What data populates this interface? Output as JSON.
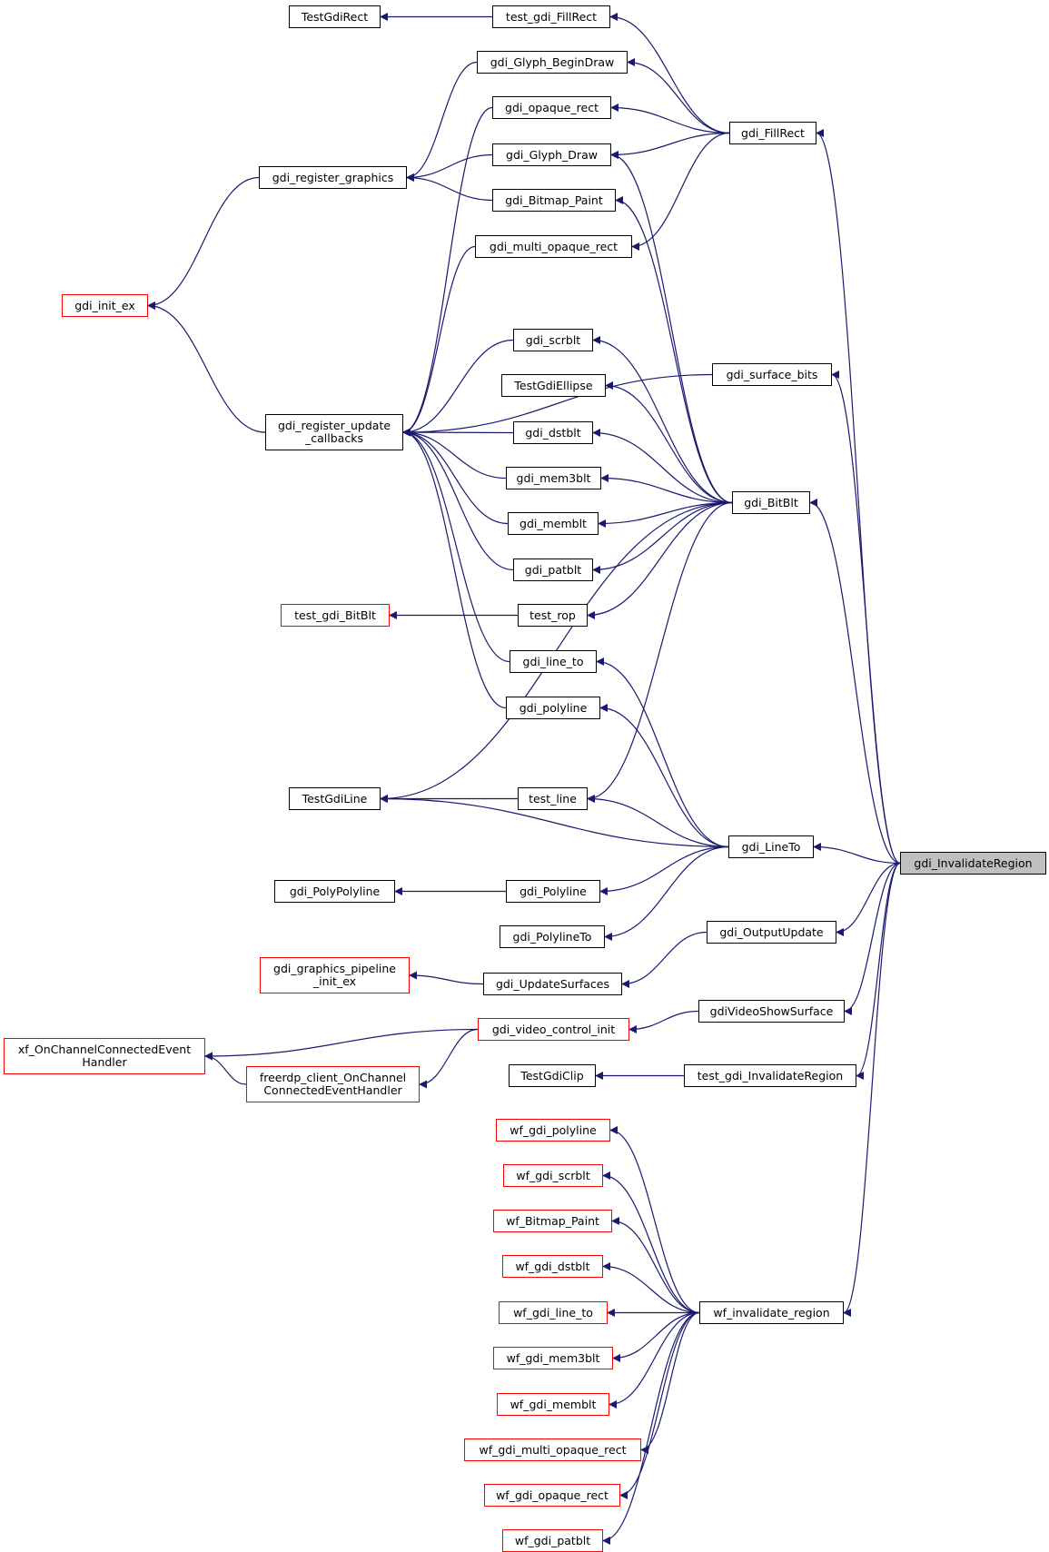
{
  "colors": {
    "edge": "#191970",
    "node_border": "#000000",
    "truncated_border": "#ff0000",
    "root_fill": "#bfbfbf"
  },
  "nodes": {
    "TestGdiRect": {
      "label": "TestGdiRect",
      "kind": "normal"
    },
    "test_gdi_FillRect": {
      "label": "test_gdi_FillRect",
      "kind": "normal"
    },
    "gdi_Glyph_BeginDraw": {
      "label": "gdi_Glyph_BeginDraw",
      "kind": "normal"
    },
    "gdi_opaque_rect": {
      "label": "gdi_opaque_rect",
      "kind": "normal"
    },
    "gdi_FillRect": {
      "label": "gdi_FillRect",
      "kind": "normal"
    },
    "gdi_register_graphics": {
      "label": "gdi_register_graphics",
      "kind": "normal"
    },
    "gdi_Glyph_Draw": {
      "label": "gdi_Glyph_Draw",
      "kind": "normal"
    },
    "gdi_Bitmap_Paint": {
      "label": "gdi_Bitmap_Paint",
      "kind": "normal"
    },
    "gdi_multi_opaque_rect": {
      "label": "gdi_multi_opaque_rect",
      "kind": "normal"
    },
    "gdi_init_ex": {
      "label": "gdi_init_ex",
      "kind": "truncated"
    },
    "gdi_scrblt": {
      "label": "gdi_scrblt",
      "kind": "normal"
    },
    "gdi_surface_bits": {
      "label": "gdi_surface_bits",
      "kind": "normal"
    },
    "TestGdiEllipse": {
      "label": "TestGdiEllipse",
      "kind": "normal"
    },
    "gdi_register_update_callbacks": {
      "label": "gdi_register_update\n_callbacks",
      "kind": "normal"
    },
    "gdi_dstblt": {
      "label": "gdi_dstblt",
      "kind": "normal"
    },
    "gdi_mem3blt": {
      "label": "gdi_mem3blt",
      "kind": "normal"
    },
    "gdi_BitBlt": {
      "label": "gdi_BitBlt",
      "kind": "normal"
    },
    "gdi_memblt": {
      "label": "gdi_memblt",
      "kind": "normal"
    },
    "gdi_patblt": {
      "label": "gdi_patblt",
      "kind": "normal"
    },
    "test_gdi_BitBlt": {
      "label": "test_gdi_BitBlt",
      "kind": "truncated"
    },
    "test_rop": {
      "label": "test_rop",
      "kind": "normal"
    },
    "gdi_line_to": {
      "label": "gdi_line_to",
      "kind": "normal"
    },
    "gdi_polyline": {
      "label": "gdi_polyline",
      "kind": "normal"
    },
    "TestGdiLine": {
      "label": "TestGdiLine",
      "kind": "normal"
    },
    "test_line": {
      "label": "test_line",
      "kind": "normal"
    },
    "gdi_LineTo": {
      "label": "gdi_LineTo",
      "kind": "normal"
    },
    "gdi_InvalidateRegion": {
      "label": "gdi_InvalidateRegion",
      "kind": "root"
    },
    "gdi_PolyPolyline": {
      "label": "gdi_PolyPolyline",
      "kind": "normal"
    },
    "gdi_Polyline": {
      "label": "gdi_Polyline",
      "kind": "normal"
    },
    "gdi_PolylineTo": {
      "label": "gdi_PolylineTo",
      "kind": "normal"
    },
    "gdi_OutputUpdate": {
      "label": "gdi_OutputUpdate",
      "kind": "normal"
    },
    "gdi_graphics_pipeline_init_ex": {
      "label": "gdi_graphics_pipeline\n_init_ex",
      "kind": "truncated"
    },
    "gdi_UpdateSurfaces": {
      "label": "gdi_UpdateSurfaces",
      "kind": "normal"
    },
    "gdi_video_control_init": {
      "label": "gdi_video_control_init",
      "kind": "truncated"
    },
    "gdiVideoShowSurface": {
      "label": "gdiVideoShowSurface",
      "kind": "normal"
    },
    "xf_OnChannelConnectedEventHandler": {
      "label": "xf_OnChannelConnectedEvent\nHandler",
      "kind": "truncated"
    },
    "freerdp_client_OnChannelConnectedEventHandler": {
      "label": "freerdp_client_OnChannel\nConnectedEventHandler",
      "kind": "truncated"
    },
    "TestGdiClip": {
      "label": "TestGdiClip",
      "kind": "normal"
    },
    "test_gdi_InvalidateRegion": {
      "label": "test_gdi_InvalidateRegion",
      "kind": "normal"
    },
    "wf_gdi_polyline": {
      "label": "wf_gdi_polyline",
      "kind": "truncated"
    },
    "wf_gdi_scrblt": {
      "label": "wf_gdi_scrblt",
      "kind": "truncated"
    },
    "wf_Bitmap_Paint": {
      "label": "wf_Bitmap_Paint",
      "kind": "truncated"
    },
    "wf_gdi_dstblt": {
      "label": "wf_gdi_dstblt",
      "kind": "truncated"
    },
    "wf_gdi_line_to": {
      "label": "wf_gdi_line_to",
      "kind": "truncated"
    },
    "wf_invalidate_region": {
      "label": "wf_invalidate_region",
      "kind": "normal"
    },
    "wf_gdi_mem3blt": {
      "label": "wf_gdi_mem3blt",
      "kind": "truncated"
    },
    "wf_gdi_memblt": {
      "label": "wf_gdi_memblt",
      "kind": "truncated"
    },
    "wf_gdi_multi_opaque_rect": {
      "label": "wf_gdi_multi_opaque_rect",
      "kind": "truncated"
    },
    "wf_gdi_opaque_rect": {
      "label": "wf_gdi_opaque_rect",
      "kind": "truncated"
    },
    "wf_gdi_patblt": {
      "label": "wf_gdi_patblt",
      "kind": "truncated"
    }
  },
  "edges": [
    [
      "TestGdiRect",
      "test_gdi_FillRect"
    ],
    [
      "test_gdi_FillRect",
      "gdi_FillRect"
    ],
    [
      "gdi_register_graphics",
      "gdi_Glyph_BeginDraw"
    ],
    [
      "gdi_register_graphics",
      "gdi_Glyph_Draw"
    ],
    [
      "gdi_register_graphics",
      "gdi_Bitmap_Paint"
    ],
    [
      "gdi_init_ex",
      "gdi_register_graphics"
    ],
    [
      "gdi_init_ex",
      "gdi_register_update_callbacks"
    ],
    [
      "gdi_Glyph_BeginDraw",
      "gdi_FillRect"
    ],
    [
      "gdi_opaque_rect",
      "gdi_FillRect"
    ],
    [
      "gdi_Glyph_Draw",
      "gdi_FillRect"
    ],
    [
      "gdi_multi_opaque_rect",
      "gdi_FillRect"
    ],
    [
      "gdi_register_update_callbacks",
      "gdi_opaque_rect"
    ],
    [
      "gdi_register_update_callbacks",
      "gdi_multi_opaque_rect"
    ],
    [
      "gdi_register_update_callbacks",
      "gdi_surface_bits"
    ],
    [
      "gdi_register_update_callbacks",
      "gdi_scrblt"
    ],
    [
      "gdi_register_update_callbacks",
      "gdi_dstblt"
    ],
    [
      "gdi_register_update_callbacks",
      "gdi_mem3blt"
    ],
    [
      "gdi_register_update_callbacks",
      "gdi_memblt"
    ],
    [
      "gdi_register_update_callbacks",
      "gdi_patblt"
    ],
    [
      "gdi_register_update_callbacks",
      "gdi_line_to"
    ],
    [
      "gdi_register_update_callbacks",
      "gdi_polyline"
    ],
    [
      "gdi_Glyph_Draw",
      "gdi_BitBlt"
    ],
    [
      "gdi_Bitmap_Paint",
      "gdi_BitBlt"
    ],
    [
      "gdi_scrblt",
      "gdi_BitBlt"
    ],
    [
      "TestGdiEllipse",
      "gdi_BitBlt"
    ],
    [
      "gdi_dstblt",
      "gdi_BitBlt"
    ],
    [
      "gdi_mem3blt",
      "gdi_BitBlt"
    ],
    [
      "gdi_memblt",
      "gdi_BitBlt"
    ],
    [
      "gdi_patblt",
      "gdi_BitBlt"
    ],
    [
      "test_rop",
      "gdi_BitBlt"
    ],
    [
      "TestGdiLine",
      "gdi_BitBlt"
    ],
    [
      "test_line",
      "gdi_BitBlt"
    ],
    [
      "test_gdi_BitBlt",
      "test_rop"
    ],
    [
      "TestGdiLine",
      "test_line"
    ],
    [
      "gdi_line_to",
      "gdi_LineTo"
    ],
    [
      "gdi_polyline",
      "gdi_LineTo"
    ],
    [
      "test_line",
      "gdi_LineTo"
    ],
    [
      "TestGdiLine",
      "gdi_LineTo"
    ],
    [
      "gdi_Polyline",
      "gdi_LineTo"
    ],
    [
      "gdi_PolylineTo",
      "gdi_LineTo"
    ],
    [
      "gdi_PolyPolyline",
      "gdi_Polyline"
    ],
    [
      "gdi_FillRect",
      "gdi_InvalidateRegion"
    ],
    [
      "gdi_surface_bits",
      "gdi_InvalidateRegion"
    ],
    [
      "gdi_BitBlt",
      "gdi_InvalidateRegion"
    ],
    [
      "gdi_LineTo",
      "gdi_InvalidateRegion"
    ],
    [
      "gdi_OutputUpdate",
      "gdi_InvalidateRegion"
    ],
    [
      "gdiVideoShowSurface",
      "gdi_InvalidateRegion"
    ],
    [
      "test_gdi_InvalidateRegion",
      "gdi_InvalidateRegion"
    ],
    [
      "wf_invalidate_region",
      "gdi_InvalidateRegion"
    ],
    [
      "gdi_UpdateSurfaces",
      "gdi_OutputUpdate"
    ],
    [
      "gdi_graphics_pipeline_init_ex",
      "gdi_UpdateSurfaces"
    ],
    [
      "gdi_video_control_init",
      "gdiVideoShowSurface"
    ],
    [
      "xf_OnChannelConnectedEventHandler",
      "gdi_video_control_init"
    ],
    [
      "xf_OnChannelConnectedEventHandler",
      "freerdp_client_OnChannelConnectedEventHandler"
    ],
    [
      "freerdp_client_OnChannelConnectedEventHandler",
      "gdi_video_control_init"
    ],
    [
      "TestGdiClip",
      "test_gdi_InvalidateRegion"
    ],
    [
      "wf_gdi_polyline",
      "wf_invalidate_region"
    ],
    [
      "wf_gdi_scrblt",
      "wf_invalidate_region"
    ],
    [
      "wf_Bitmap_Paint",
      "wf_invalidate_region"
    ],
    [
      "wf_gdi_dstblt",
      "wf_invalidate_region"
    ],
    [
      "wf_gdi_line_to",
      "wf_invalidate_region"
    ],
    [
      "wf_gdi_mem3blt",
      "wf_invalidate_region"
    ],
    [
      "wf_gdi_memblt",
      "wf_invalidate_region"
    ],
    [
      "wf_gdi_multi_opaque_rect",
      "wf_invalidate_region"
    ],
    [
      "wf_gdi_opaque_rect",
      "wf_invalidate_region"
    ],
    [
      "wf_gdi_patblt",
      "wf_invalidate_region"
    ]
  ]
}
